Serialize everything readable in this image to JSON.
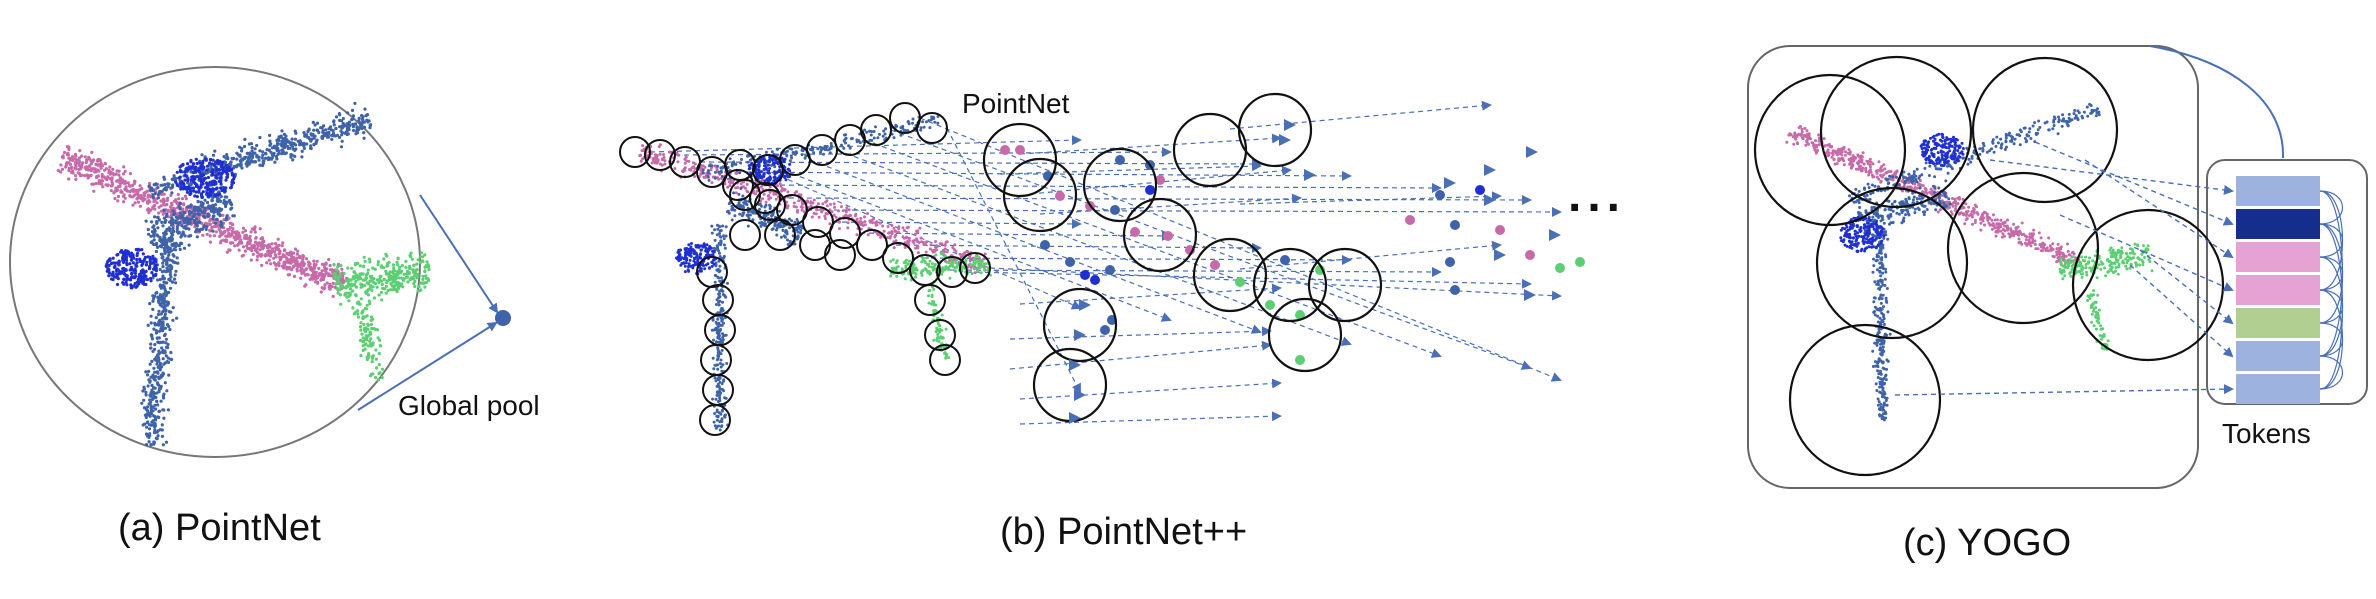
{
  "panels": {
    "a": {
      "title": "(a) PointNet",
      "global_pool_label": "Global pool"
    },
    "b": {
      "title": "(b) PointNet++",
      "pointnet_label": "PointNet",
      "ellipsis": "..."
    },
    "c": {
      "title": "(c) YOGO",
      "tokens_label": "Tokens"
    }
  },
  "colors": {
    "body": "#3f63a8",
    "body_dark": "#2a4d94",
    "engine": "#1f2fd0",
    "fuselage": "#c66aa9",
    "tail": "#5ccf72",
    "arrow": "#4a6fb5",
    "token_light": "#9db2de",
    "token_dark": "#152e8c",
    "token_pink": "#e6a2d3",
    "token_green": "#b1cf91",
    "outline": "#111111",
    "frame": "#666666"
  },
  "tokens": [
    "light",
    "dark",
    "pink",
    "pink",
    "green",
    "light",
    "light"
  ]
}
